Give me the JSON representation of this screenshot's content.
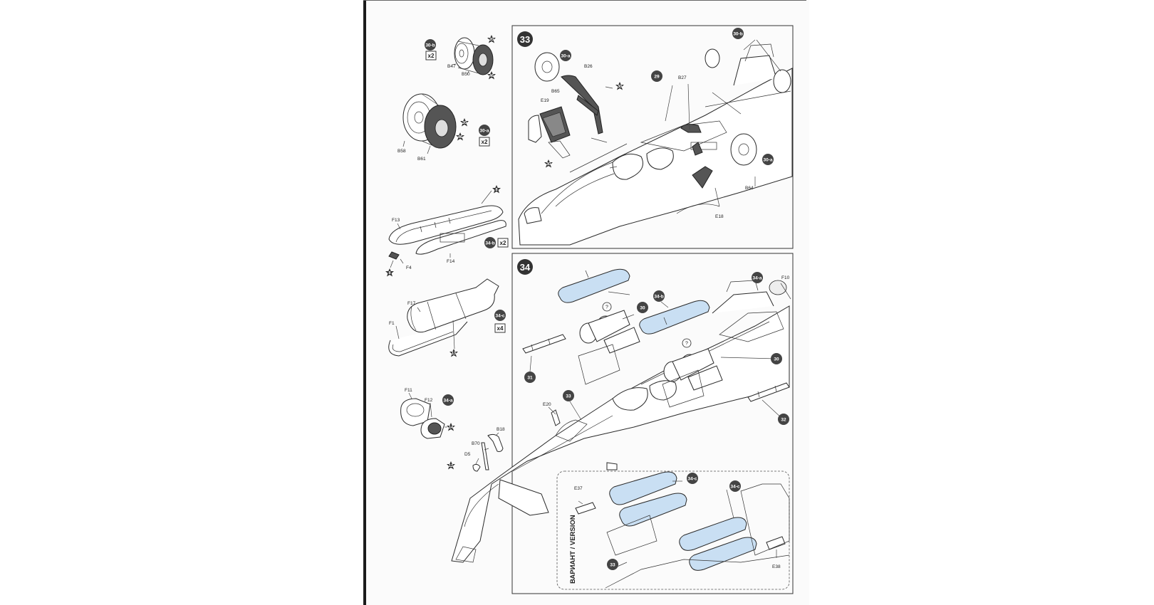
{
  "steps": {
    "s33": "33",
    "s34": "34"
  },
  "substeps": {
    "s30b": "30-b",
    "s30a": "30-a",
    "s34b": "34-b",
    "s34c": "34-c",
    "s34a": "34-a",
    "s29": "29",
    "s30": "30",
    "s31": "31",
    "s32": "32",
    "s33": "33"
  },
  "multipliers": {
    "x2": "x2",
    "x4": "x4"
  },
  "parts": {
    "B47": "B47",
    "B50": "B50",
    "B58": "B58",
    "B61": "B61",
    "F13": "F13",
    "F4": "F4",
    "F14": "F14",
    "F17": "F17",
    "F1": "F1",
    "F11": "F11",
    "F12": "F12",
    "B18": "B18",
    "B70": "B70",
    "D5": "D5",
    "B26": "B26",
    "B65": "B65",
    "E19": "E19",
    "B27": "B27",
    "B64": "B64",
    "E18": "E18",
    "F10": "F10",
    "E20": "E20",
    "E37": "E37",
    "E38": "E38"
  },
  "paint": {
    "p20": "20",
    "p46": "46",
    "p8": "8",
    "p13": "13",
    "p14": "14",
    "p12": "12",
    "p30": "30"
  },
  "question": "?",
  "version_label": "ВАРИАНТ / VERSION",
  "colors": {
    "page_background": "#ffffff",
    "sheet_background": "#fbfbfb",
    "badge": "#444444",
    "part_fill_blue": "#c9dff3"
  },
  "icons": {
    "paint_code": "star-badge",
    "substep_ref": "circle-badge",
    "quantity": "boxed-multiplier",
    "alternative": "question-balloon"
  }
}
